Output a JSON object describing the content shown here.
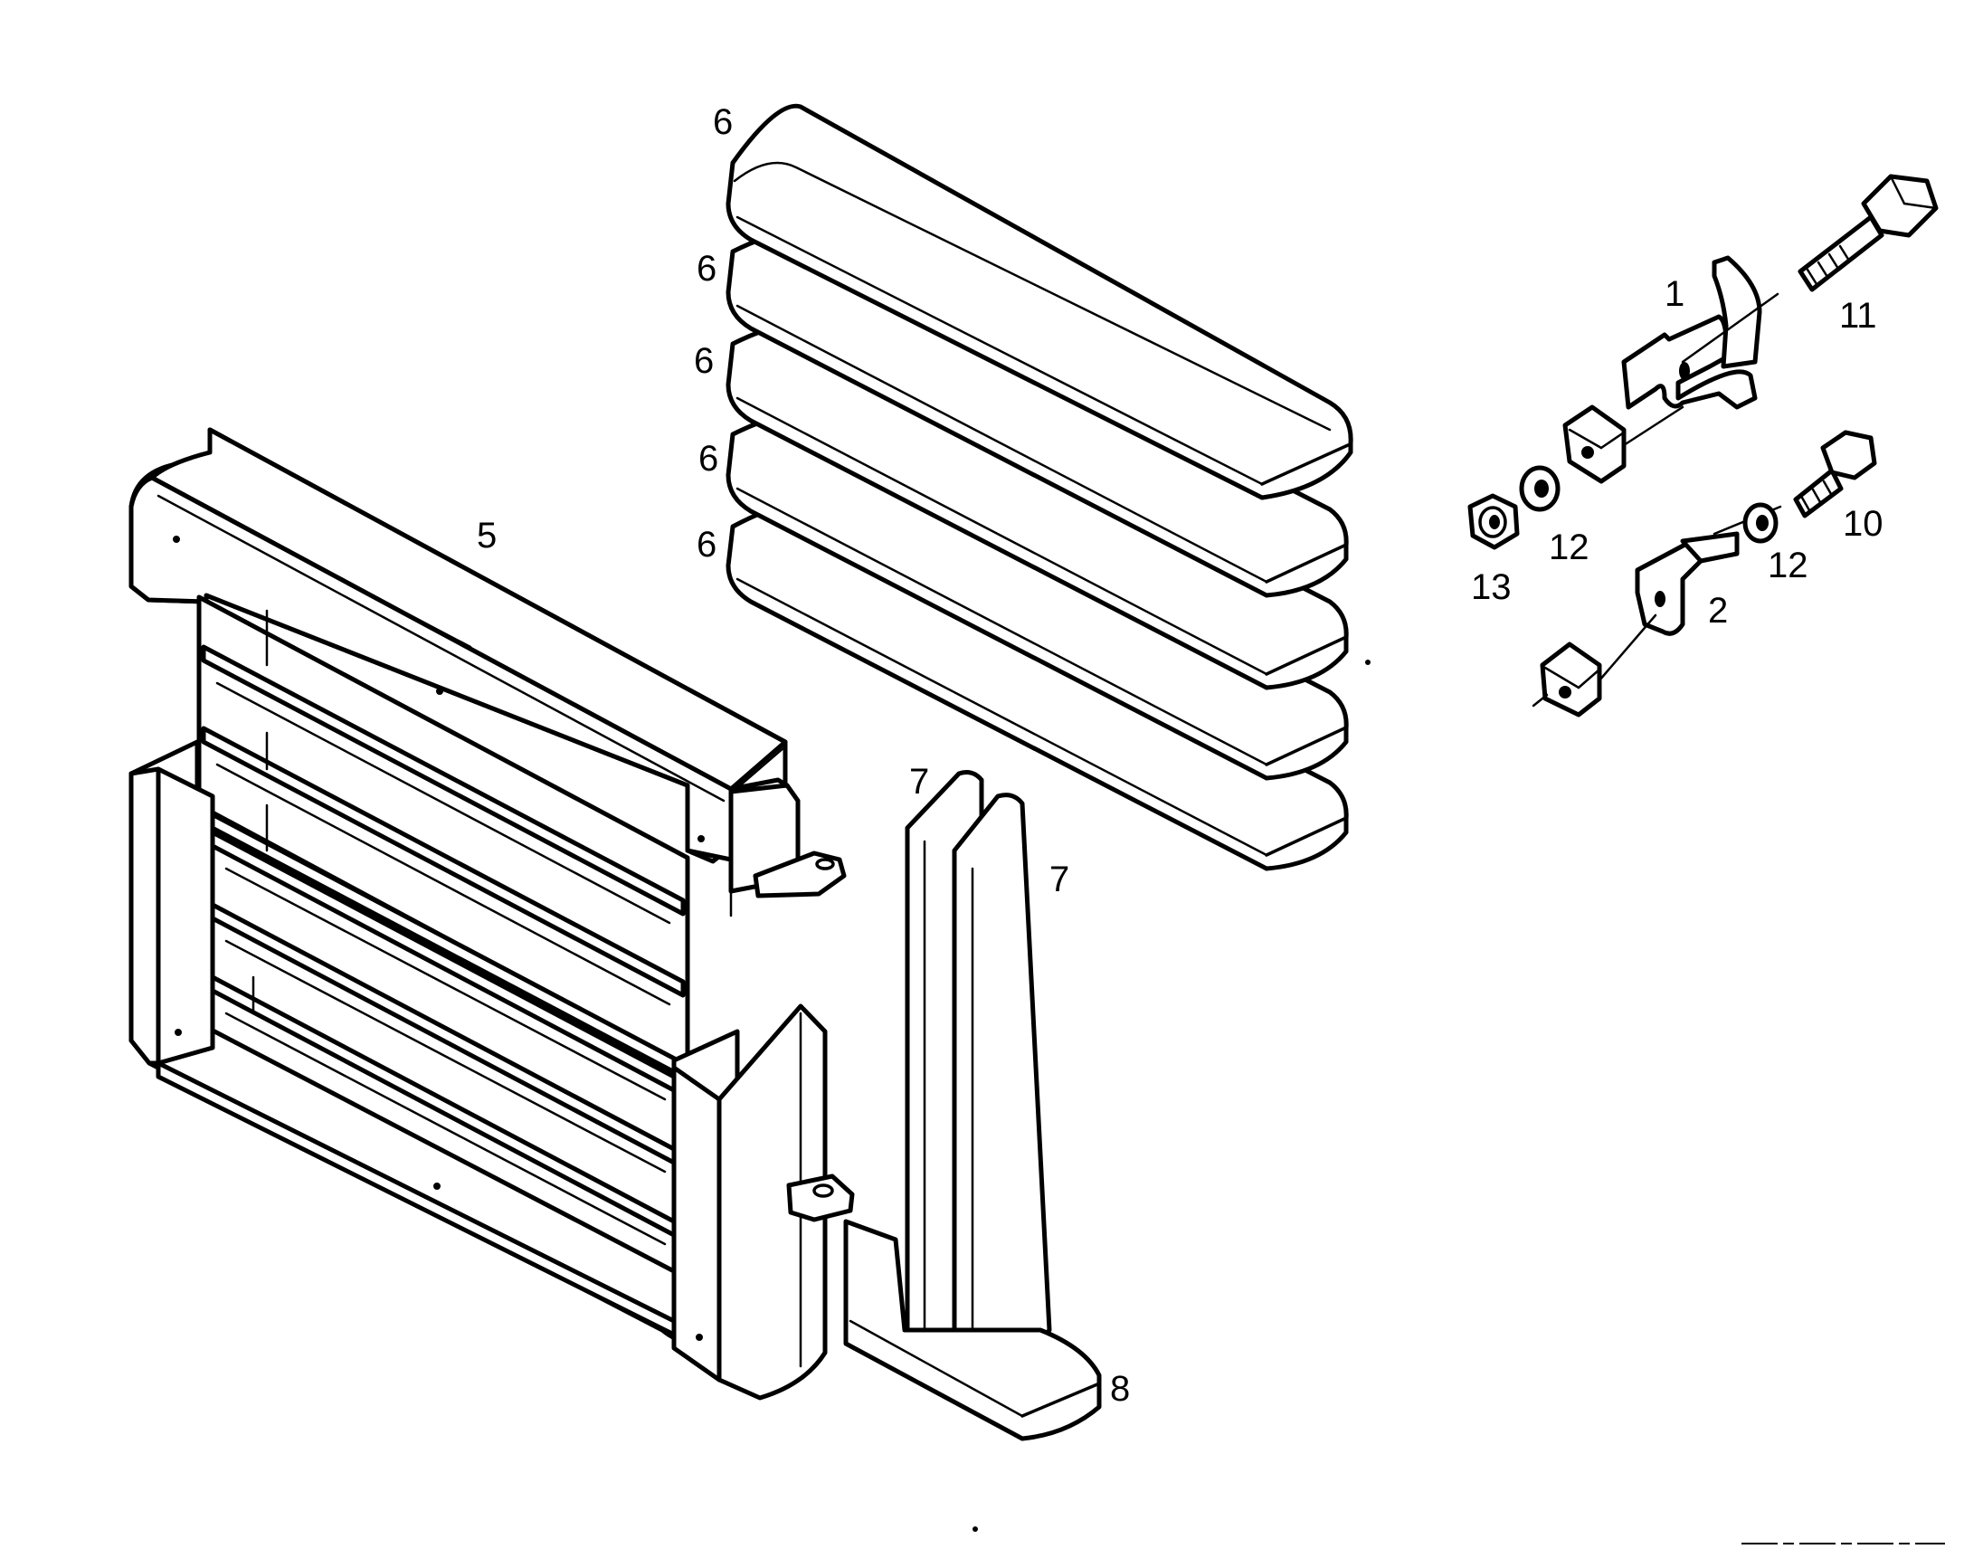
{
  "callouts": {
    "c1": "1",
    "c2": "2",
    "c5": "5",
    "c6a": "6",
    "c6b": "6",
    "c6c": "6",
    "c6d": "6",
    "c6e": "6",
    "c7a": "7",
    "c7b": "7",
    "c8": "8",
    "c10": "10",
    "c11": "11",
    "c12a": "12",
    "c12b": "12",
    "c13": "13"
  }
}
